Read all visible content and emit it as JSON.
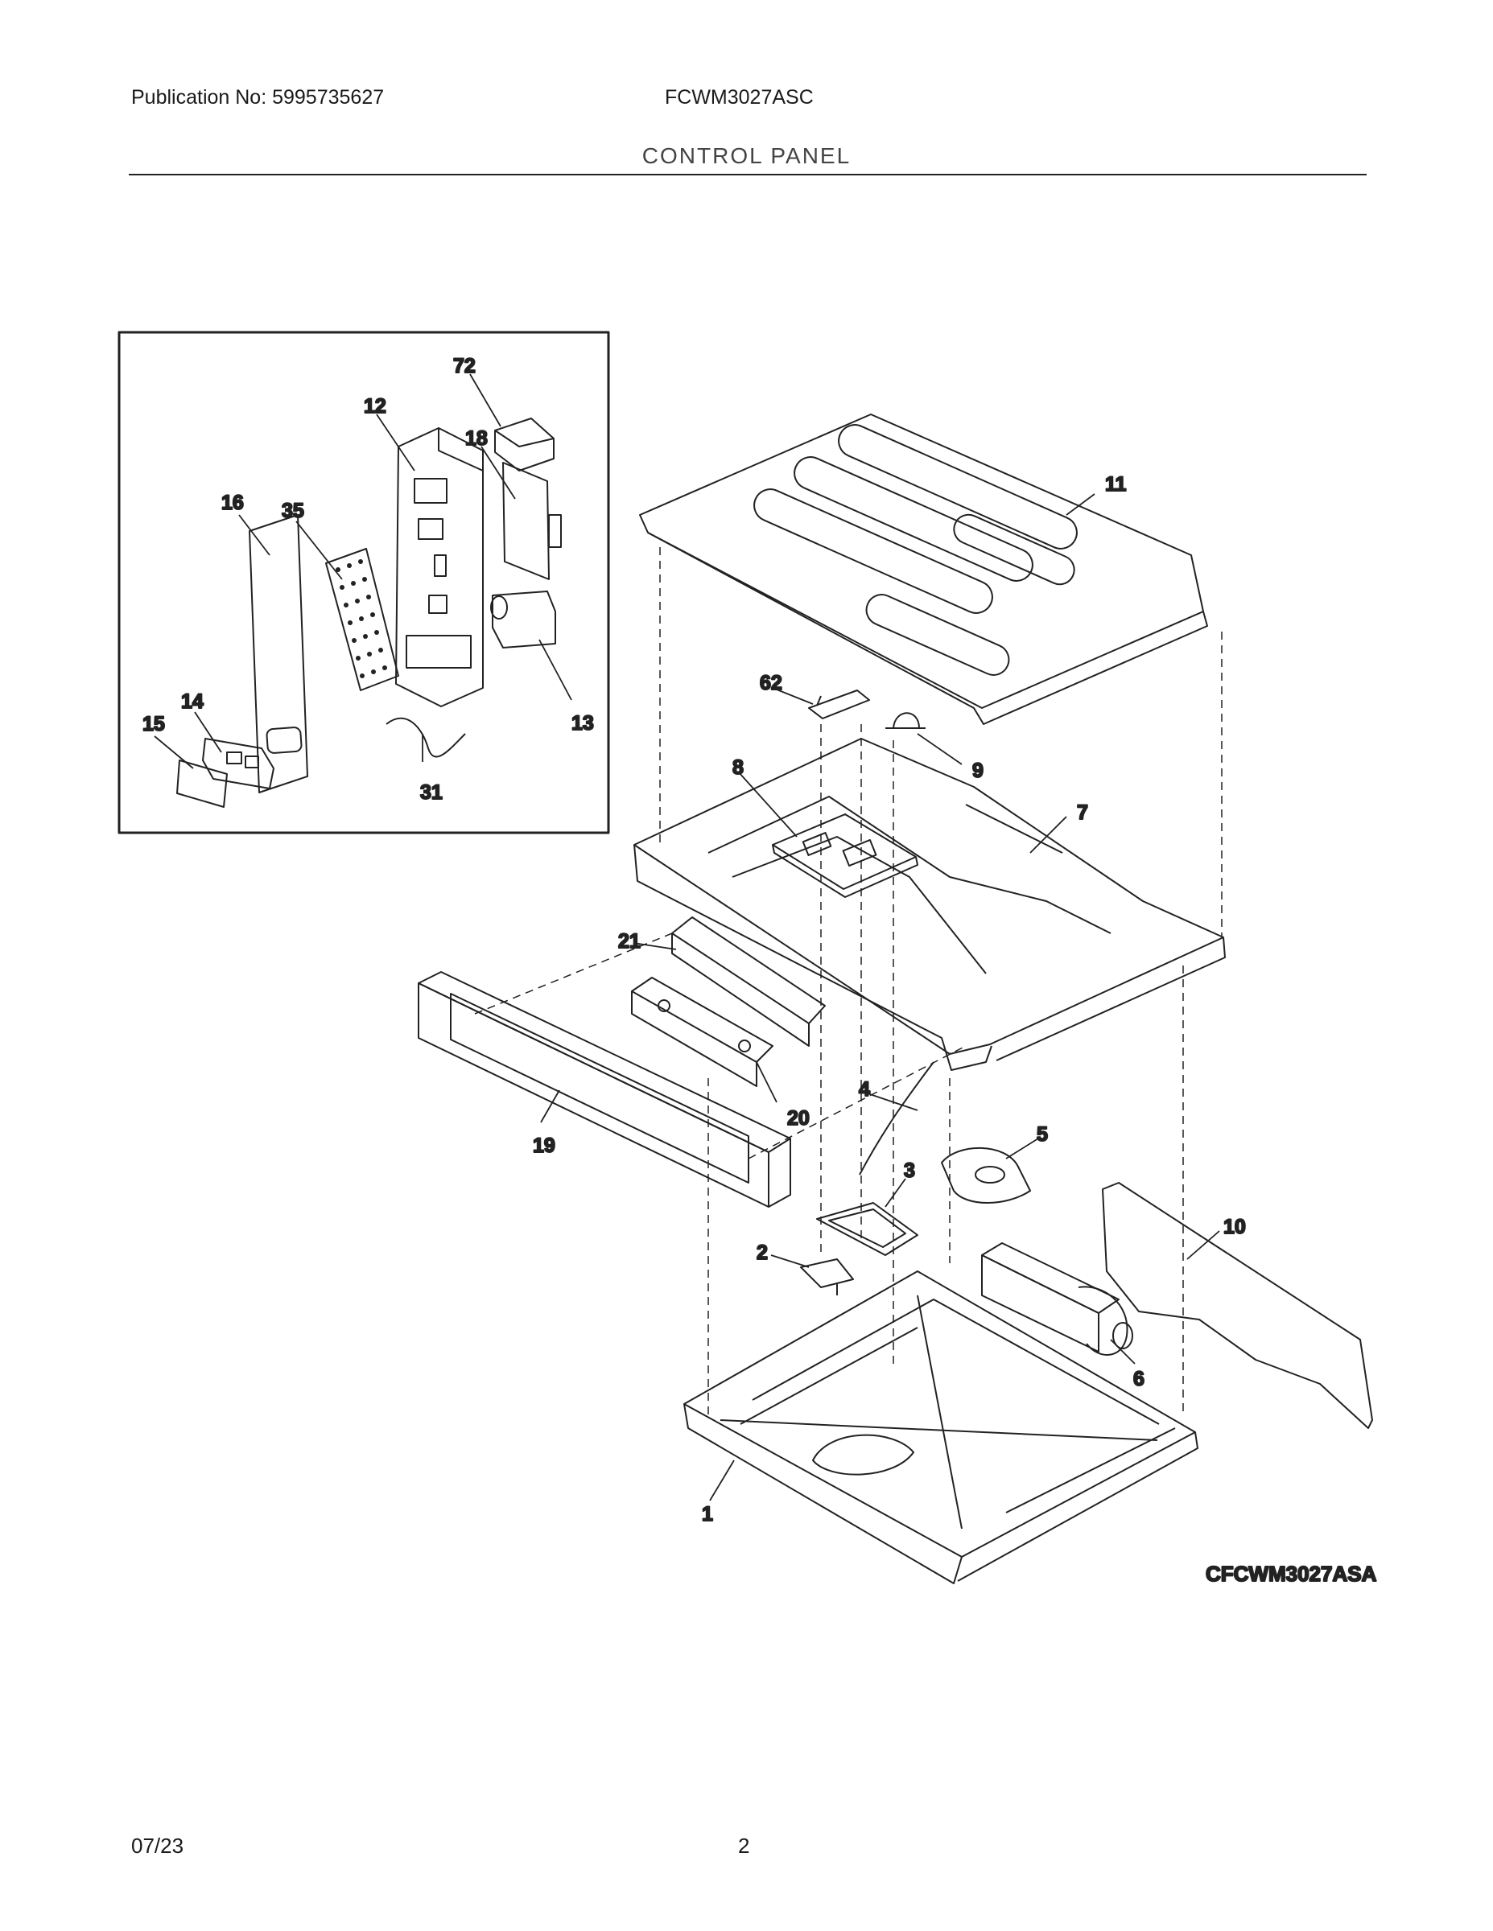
{
  "header": {
    "publication": "Publication No: 5995735627",
    "model": "FCWM3027ASC",
    "section_title": "CONTROL PANEL"
  },
  "diagram": {
    "code": "CFCWM3027ASA",
    "callouts": {
      "c72": "72",
      "c12": "12",
      "c18": "18",
      "c16": "16",
      "c35": "35",
      "c14": "14",
      "c15": "15",
      "c13": "13",
      "c31": "31",
      "c11": "11",
      "c62": "62",
      "c9": "9",
      "c8": "8",
      "c7": "7",
      "c21": "21",
      "c20": "20",
      "c19": "19",
      "c4": "4",
      "c5": "5",
      "c3": "3",
      "c10": "10",
      "c2": "2",
      "c6": "6",
      "c1": "1"
    }
  },
  "footer": {
    "date": "07/23",
    "page_number": "2"
  }
}
